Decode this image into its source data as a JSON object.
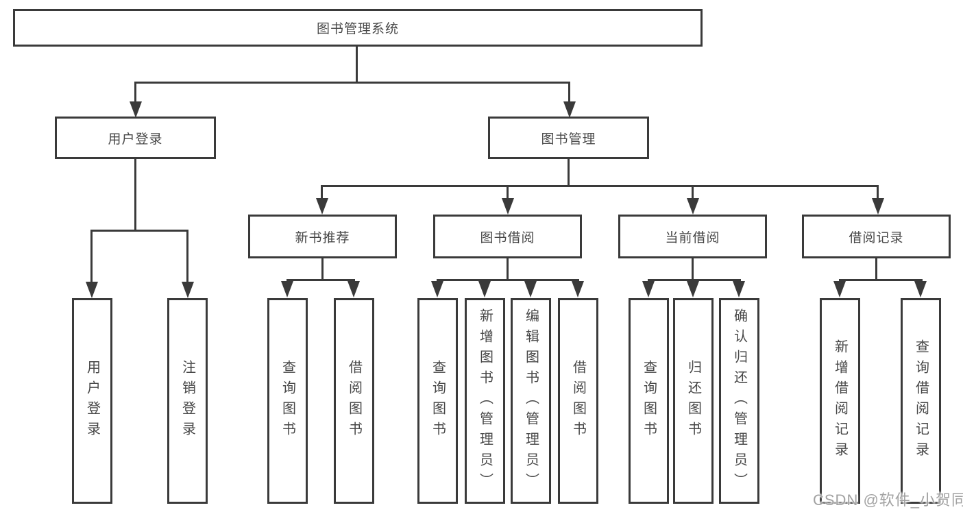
{
  "tree": {
    "root": "图书管理系统",
    "children": [
      {
        "label": "用户登录",
        "children": [
          "用户登录",
          "注销登录"
        ]
      },
      {
        "label": "图书管理",
        "children": [
          {
            "label": "新书推荐",
            "children": [
              "查询图书",
              "借阅图书"
            ]
          },
          {
            "label": "图书借阅",
            "children": [
              "查询图书",
              "新增图书（管理员）",
              "编辑图书（管理员）",
              "借阅图书"
            ]
          },
          {
            "label": "当前借阅",
            "children": [
              "查询图书",
              "归还图书",
              "确认归还（管理员）"
            ]
          },
          {
            "label": "借阅记录",
            "children": [
              "新增借阅记录",
              "查询借阅记录"
            ]
          }
        ]
      }
    ]
  },
  "watermark": {
    "text": "CSDN @软件_小贺同学"
  },
  "colors": {
    "line": "#3a3a3a",
    "text": "#474747",
    "background": "#ffffff",
    "watermark": "#a2a2a2"
  }
}
